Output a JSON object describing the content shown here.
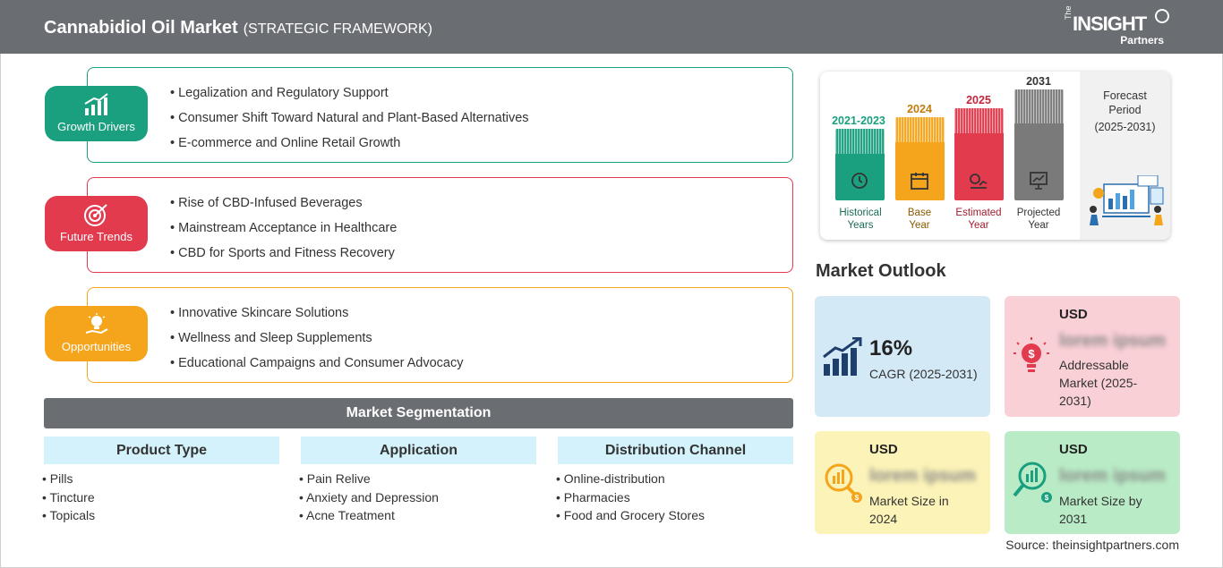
{
  "header": {
    "title": "Cannabidiol Oil Market",
    "subtitle": "(STRATEGIC FRAMEWORK)",
    "logo_the": "The",
    "logo_insight": "INSIGHT",
    "logo_partners": "Partners"
  },
  "sections": [
    {
      "label": "Growth Drivers",
      "color": "#1aa07f",
      "icon": "bar-chart-growth-icon",
      "items": [
        "Legalization and Regulatory Support",
        "Consumer Shift Toward Natural and Plant-Based Alternatives",
        "E-commerce and Online Retail Growth"
      ]
    },
    {
      "label": "Future Trends",
      "color": "#e23b4e",
      "icon": "target-icon",
      "items": [
        "Rise of CBD-Infused Beverages",
        "Mainstream Acceptance in Healthcare",
        "CBD for Sports and Fitness Recovery"
      ]
    },
    {
      "label": "Opportunities",
      "color": "#f5a51c",
      "icon": "lightbulb-hand-icon",
      "items": [
        "Innovative Skincare Solutions",
        "Wellness and Sleep Supplements",
        "Educational Campaigns and Consumer Advocacy"
      ]
    }
  ],
  "segmentation": {
    "title": "Market Segmentation",
    "columns": [
      {
        "heading": "Product Type",
        "items": [
          "Pills",
          "Tincture",
          "Topicals"
        ]
      },
      {
        "heading": "Application",
        "items": [
          "Pain Relive",
          "Anxiety and Depression",
          "Acne Treatment"
        ]
      },
      {
        "heading": "Distribution Channel",
        "items": [
          "Online-distribution",
          "Pharmacies",
          "Food and Grocery Stores"
        ]
      }
    ]
  },
  "timeline": {
    "bars": [
      {
        "year": "2021-2023",
        "caption_1": "Historical",
        "caption_2": "Years",
        "color": "#1aa07f"
      },
      {
        "year": "2024",
        "caption_1": "Base",
        "caption_2": "Year",
        "color": "#f5a51c"
      },
      {
        "year": "2025",
        "caption_1": "Estimated",
        "caption_2": "Year",
        "color": "#e23b4e"
      },
      {
        "year": "2031",
        "caption_1": "Projected",
        "caption_2": "Year",
        "color": "#7a7a7a"
      }
    ],
    "forecast_1": "Forecast",
    "forecast_2": "Period",
    "forecast_3": "(2025-2031)"
  },
  "outlook": {
    "title": "Market Outlook",
    "cagr_value": "16%",
    "cagr_label": "CAGR (2025-2031)",
    "addressable_usd": "USD",
    "addressable_value": "lorem ipsum",
    "addressable_label": "Addressable Market (2025-2031)",
    "size2024_usd": "USD",
    "size2024_value": "lorem ipsum",
    "size2024_label": "Market Size in 2024",
    "size2031_usd": "USD",
    "size2031_value": "lorem ipsum",
    "size2031_label": "Market Size by 2031"
  },
  "source": "Source: theinsightpartners.com"
}
